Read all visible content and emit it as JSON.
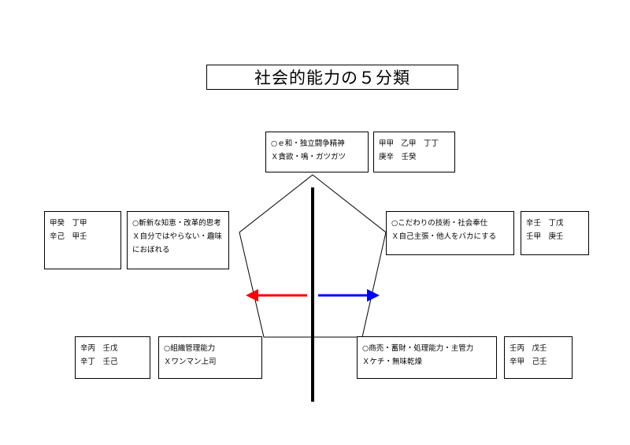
{
  "title": "社会的能力の５分類",
  "boxes": {
    "top_desc": [
      "○ｅ和・独立闘争精神",
      "Ｘ貪欲・鳴・ガツガツ"
    ],
    "top_stems": [
      "甲甲　乙甲　丁丁",
      "庚辛　壬癸"
    ],
    "left_stems": [
      "甲癸　丁甲",
      "辛己　甲壬"
    ],
    "left_desc": [
      "○斬新な知恵・改革的思考",
      "Ｘ自分ではやらない・趣味におぼれる"
    ],
    "right_desc": [
      "○こだわりの技術・社会奉仕",
      "Ｘ自己主張・他人をバカにする"
    ],
    "right_stems": [
      "辛壬　丁戊",
      "壬甲　庚壬"
    ],
    "bottom_left_stems": [
      "辛丙　壬戊",
      "辛丁　壬己"
    ],
    "bottom_left_desc": [
      "○組織管理能力",
      "Ｘワンマン上司"
    ],
    "bottom_right_desc": [
      "○商売・蓄財・処理能力・主管力",
      "Ｘケチ・無味乾燥"
    ],
    "bottom_right_stems": [
      "壬丙　戊壬",
      "辛甲　己壬"
    ]
  },
  "colors": {
    "left_arrow": "#ff0000",
    "right_arrow": "#0000ff",
    "lines": "#000000"
  }
}
